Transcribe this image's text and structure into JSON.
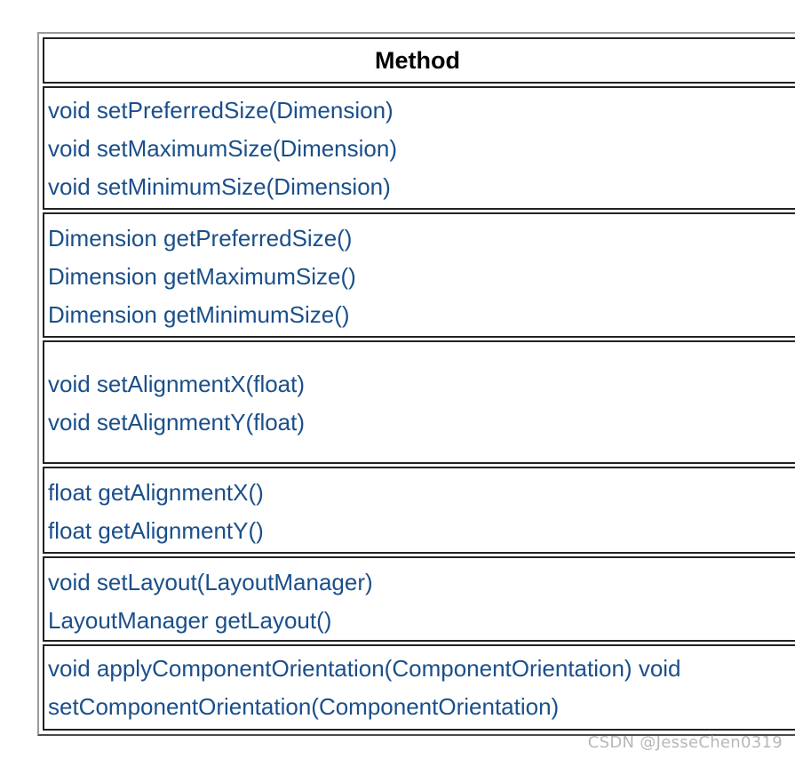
{
  "table": {
    "header": "Method",
    "groups": [
      {
        "lines": [
          "void setPreferredSize(Dimension)",
          "void setMaximumSize(Dimension)",
          "void setMinimumSize(Dimension)"
        ]
      },
      {
        "lines": [
          "Dimension getPreferredSize()",
          "Dimension getMaximumSize()",
          "Dimension getMinimumSize()"
        ]
      },
      {
        "lines": [
          "void setAlignmentX(float)",
          "void setAlignmentY(float)"
        ]
      },
      {
        "lines": [
          "float getAlignmentX()",
          "float getAlignmentY()"
        ]
      },
      {
        "lines": [
          "void setLayout(LayoutManager)",
          "LayoutManager getLayout()"
        ]
      },
      {
        "lines": [
          "void applyComponentOrientation(ComponentOrientation) void",
          "setComponentOrientation(ComponentOrientation)"
        ]
      }
    ]
  },
  "watermark": "CSDN @JesseChen0319",
  "colors": {
    "link_text": "#1a4f8a",
    "header_text": "#000000",
    "watermark": "#b8b8b8"
  }
}
